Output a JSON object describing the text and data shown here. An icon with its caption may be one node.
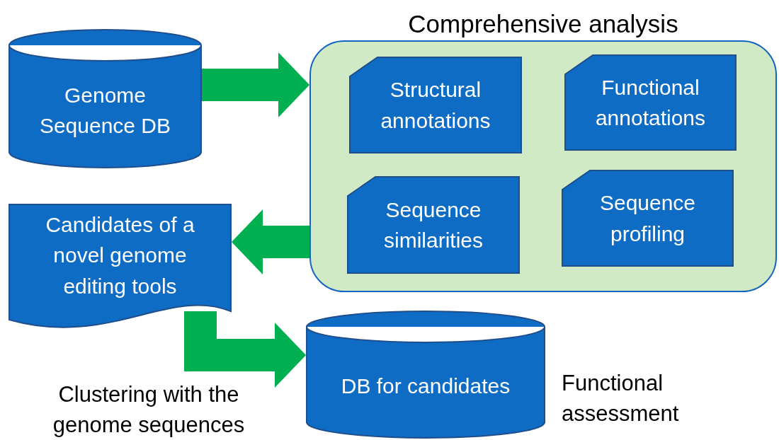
{
  "diagram": {
    "nodes": [
      {
        "text": [
          "Genome Sequence DB"
        ]
      },
      {
        "text": [
          "Comprehensive analysis"
        ]
      },
      {
        "text": [
          "Structural annotations"
        ],
        "in": 1
      },
      {
        "text": [
          "Functional annotations"
        ],
        "in": 1
      },
      {
        "text": [
          "Sequence similarities"
        ],
        "in": 1
      },
      {
        "text": [
          "Sequence profiling"
        ],
        "in": 1
      },
      {
        "text": [
          "Candidates of a novel genome editing tools"
        ]
      },
      {
        "text": [
          "DB for candidates"
        ],
        "beside": [
          "Functional assessment"
        ]
      }
    ],
    "edges": [
      {
        "from": 0,
        "to": 1,
        "arrow": "to",
        "style": "thick"
      },
      {
        "from": 1,
        "to": 6,
        "arrow": "to",
        "style": "thick"
      },
      {
        "from": 6,
        "to": 7,
        "arrow": "to",
        "style": "thick",
        "label": "Clustering with the genome sequences"
      }
    ]
  }
}
